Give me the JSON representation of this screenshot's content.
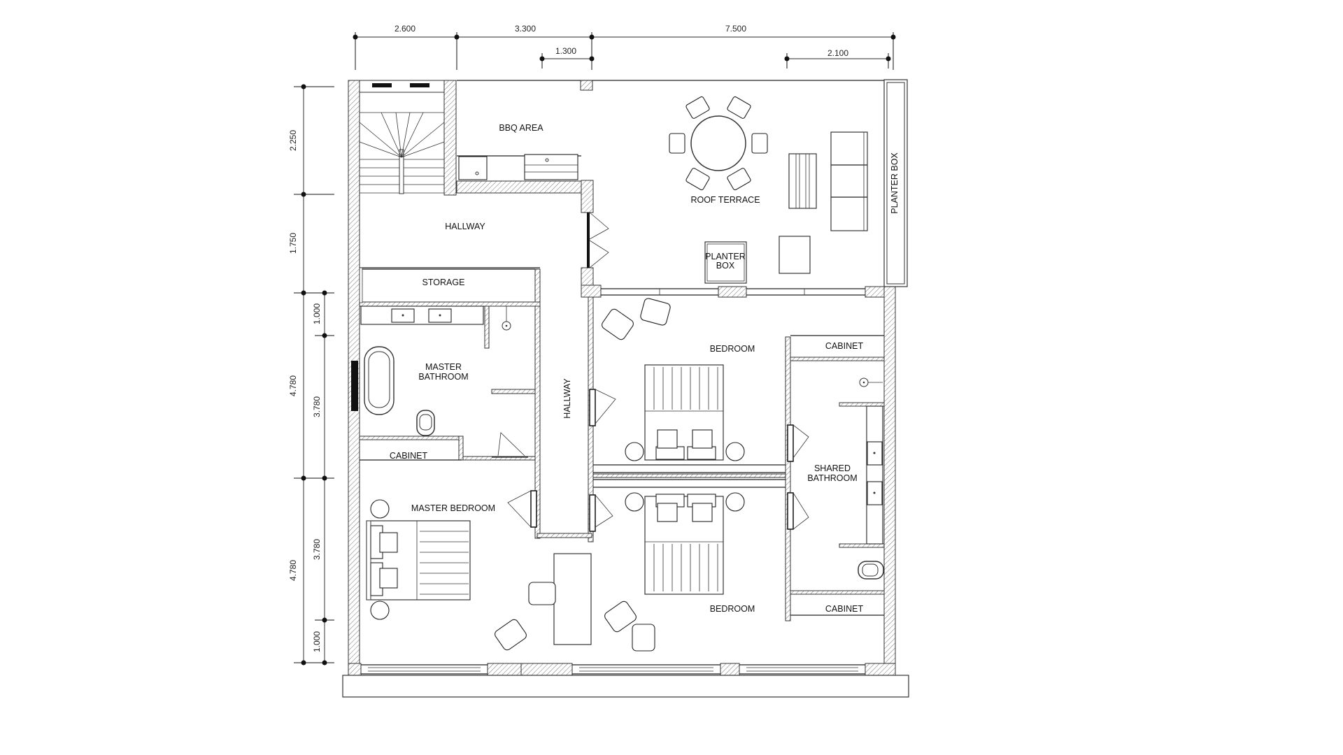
{
  "drawing": {
    "type": "architectural floor plan",
    "units": "m"
  },
  "dimensions": {
    "top_row": [
      "2.600",
      "3.300",
      "7.500"
    ],
    "top_sub": [
      "1.300",
      "2.100"
    ],
    "left_outer": [
      "2.250",
      "1.750",
      "4.780",
      "4.780"
    ],
    "left_inner": [
      "1.000",
      "3.780",
      "3.780",
      "1.000"
    ]
  },
  "rooms": {
    "bbq_area": "BBQ  AREA",
    "roof_terrace": "ROOF TERRACE",
    "planter_box_right": "PLANTER BOX",
    "planter_box_small_line1": "PLANTER",
    "planter_box_small_line2": "BOX",
    "hallway_upper": "HALLWAY",
    "storage": "STORAGE",
    "master_bathroom_line1": "MASTER",
    "master_bathroom_line2": "BATHROOM",
    "hallway_vertical": "HALLWAY",
    "cabinet_master": "CABINET",
    "master_bedroom": "MASTER BEDROOM",
    "bedroom_upper": "BEDROOM",
    "cabinet_upper": "CABINET",
    "shared_bathroom_line1": "SHARED",
    "shared_bathroom_line2": "BATHROOM",
    "bedroom_lower": "BEDROOM",
    "cabinet_lower": "CABINET"
  },
  "colors": {
    "ink": "#222222",
    "background": "#ffffff",
    "hatch": "#555555"
  }
}
